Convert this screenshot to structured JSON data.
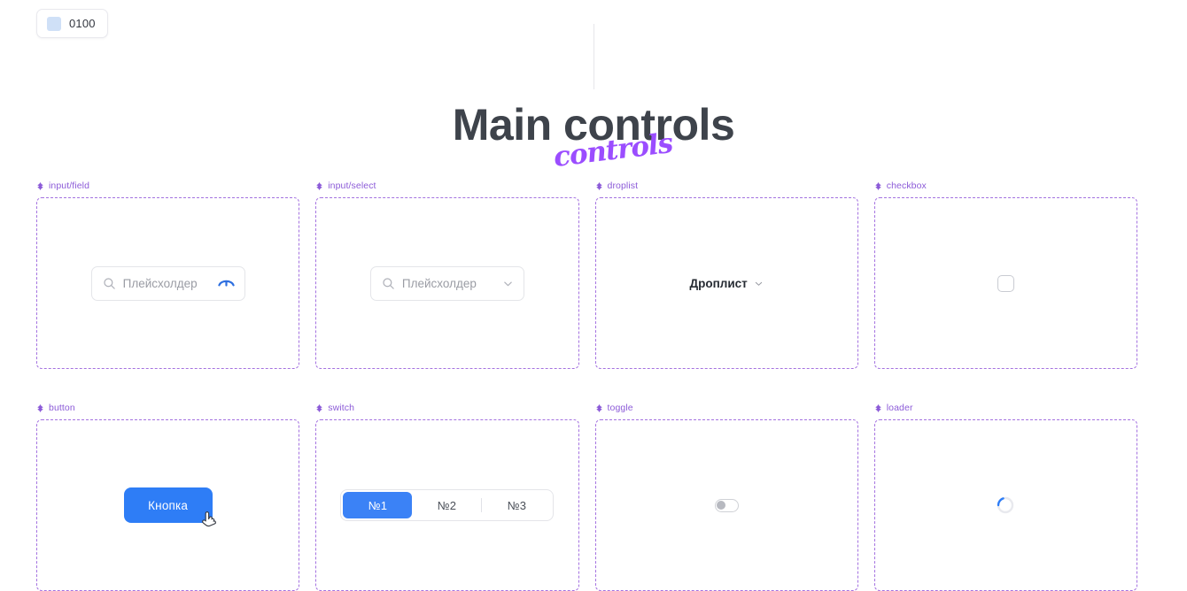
{
  "badge": {
    "label": "0100",
    "swatch_color": "#cfe0f7",
    "swatch_icon": "color-swatch-icon"
  },
  "title": {
    "main": "Main controls",
    "script_overlay": "controls",
    "main_color": "#3e434b",
    "script_color": "#9b4dff"
  },
  "theme": {
    "frame_border_color": "#a472e0",
    "label_color": "#8c5bd8",
    "primary_blue": "#2e7df6",
    "segment_blue": "#3b82f6"
  },
  "sections": [
    {
      "label": "input/field",
      "icon": "component-diamond-icon",
      "control": {
        "type": "input-field",
        "placeholder": "Плейсхолдер",
        "value": "",
        "leading_icon": "search-icon",
        "trailing_icon": "eye-icon",
        "trailing_icon_color": "#2e6fe0"
      }
    },
    {
      "label": "input/select",
      "icon": "component-diamond-icon",
      "control": {
        "type": "input-select",
        "placeholder": "Плейсхолдер",
        "value": "",
        "leading_icon": "search-icon",
        "trailing_icon": "chevron-down-icon"
      }
    },
    {
      "label": "droplist",
      "icon": "component-diamond-icon",
      "control": {
        "type": "droplist",
        "label": "Дроплист",
        "trailing_icon": "chevron-down-icon"
      }
    },
    {
      "label": "checkbox",
      "icon": "component-diamond-icon",
      "control": {
        "type": "checkbox",
        "checked": false
      }
    },
    {
      "label": "button",
      "icon": "component-diamond-icon",
      "control": {
        "type": "button",
        "label": "Кнопка",
        "cursor_icon": "pointer-hand-cursor-icon"
      }
    },
    {
      "label": "switch",
      "icon": "component-diamond-icon",
      "control": {
        "type": "segmented-switch",
        "options": [
          "№1",
          "№2",
          "№3"
        ],
        "selected_index": 0
      }
    },
    {
      "label": "toggle",
      "icon": "component-diamond-icon",
      "control": {
        "type": "toggle",
        "state": "off"
      }
    },
    {
      "label": "loader",
      "icon": "component-diamond-icon",
      "control": {
        "type": "loader",
        "spinner_color": "#2e7df6",
        "track_color": "#e8e9ee"
      }
    }
  ]
}
